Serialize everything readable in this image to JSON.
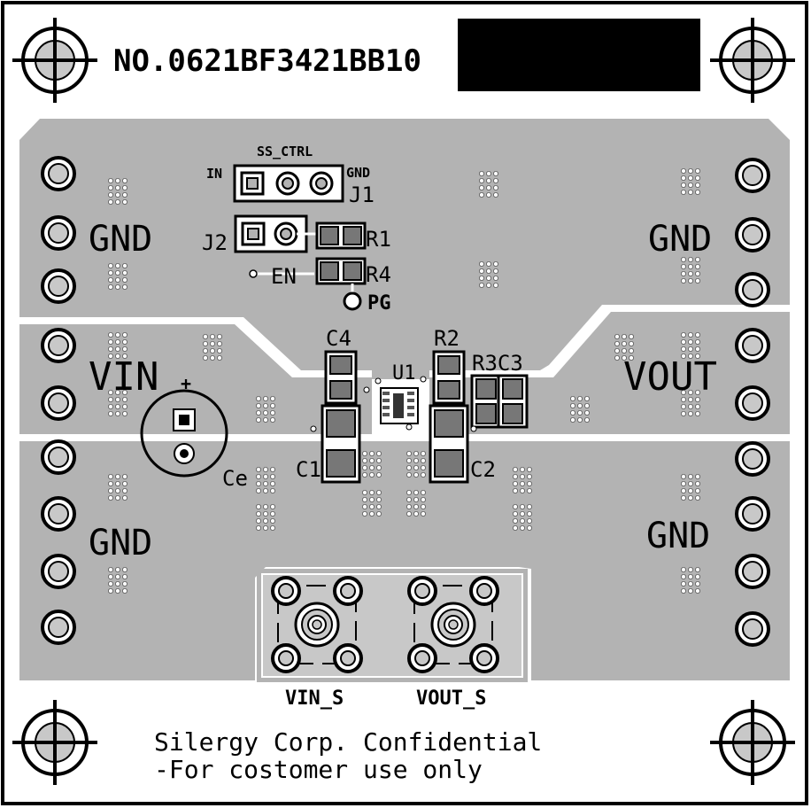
{
  "board": {
    "serial": "NO.0621BF3421BB10",
    "footer_line1": "Silergy Corp. Confidential",
    "footer_line2": "-For costomer use only"
  },
  "labels": {
    "ss_ctrl": "SS_CTRL",
    "in": "IN",
    "gnd_small": "GND",
    "j1": "J1",
    "j2": "J2",
    "r1": "R1",
    "r4": "R4",
    "en": "EN",
    "pg": "PG",
    "c4": "C4",
    "r2": "R2",
    "r3c3": "R3C3",
    "u1": "U1",
    "c1": "C1",
    "c2": "C2",
    "ce": "Ce",
    "plus": "+",
    "gnd_tl": "GND",
    "gnd_tr": "GND",
    "gnd_bl": "GND",
    "gnd_br": "GND",
    "vin": "VIN",
    "vout": "VOUT",
    "vin_s": "VIN_S",
    "vout_s": "VOUT_S"
  },
  "colors": {
    "copper": "#b3b3b3",
    "silk": "#ffffff",
    "outline": "#000000",
    "hole": "#c8c8c8"
  }
}
